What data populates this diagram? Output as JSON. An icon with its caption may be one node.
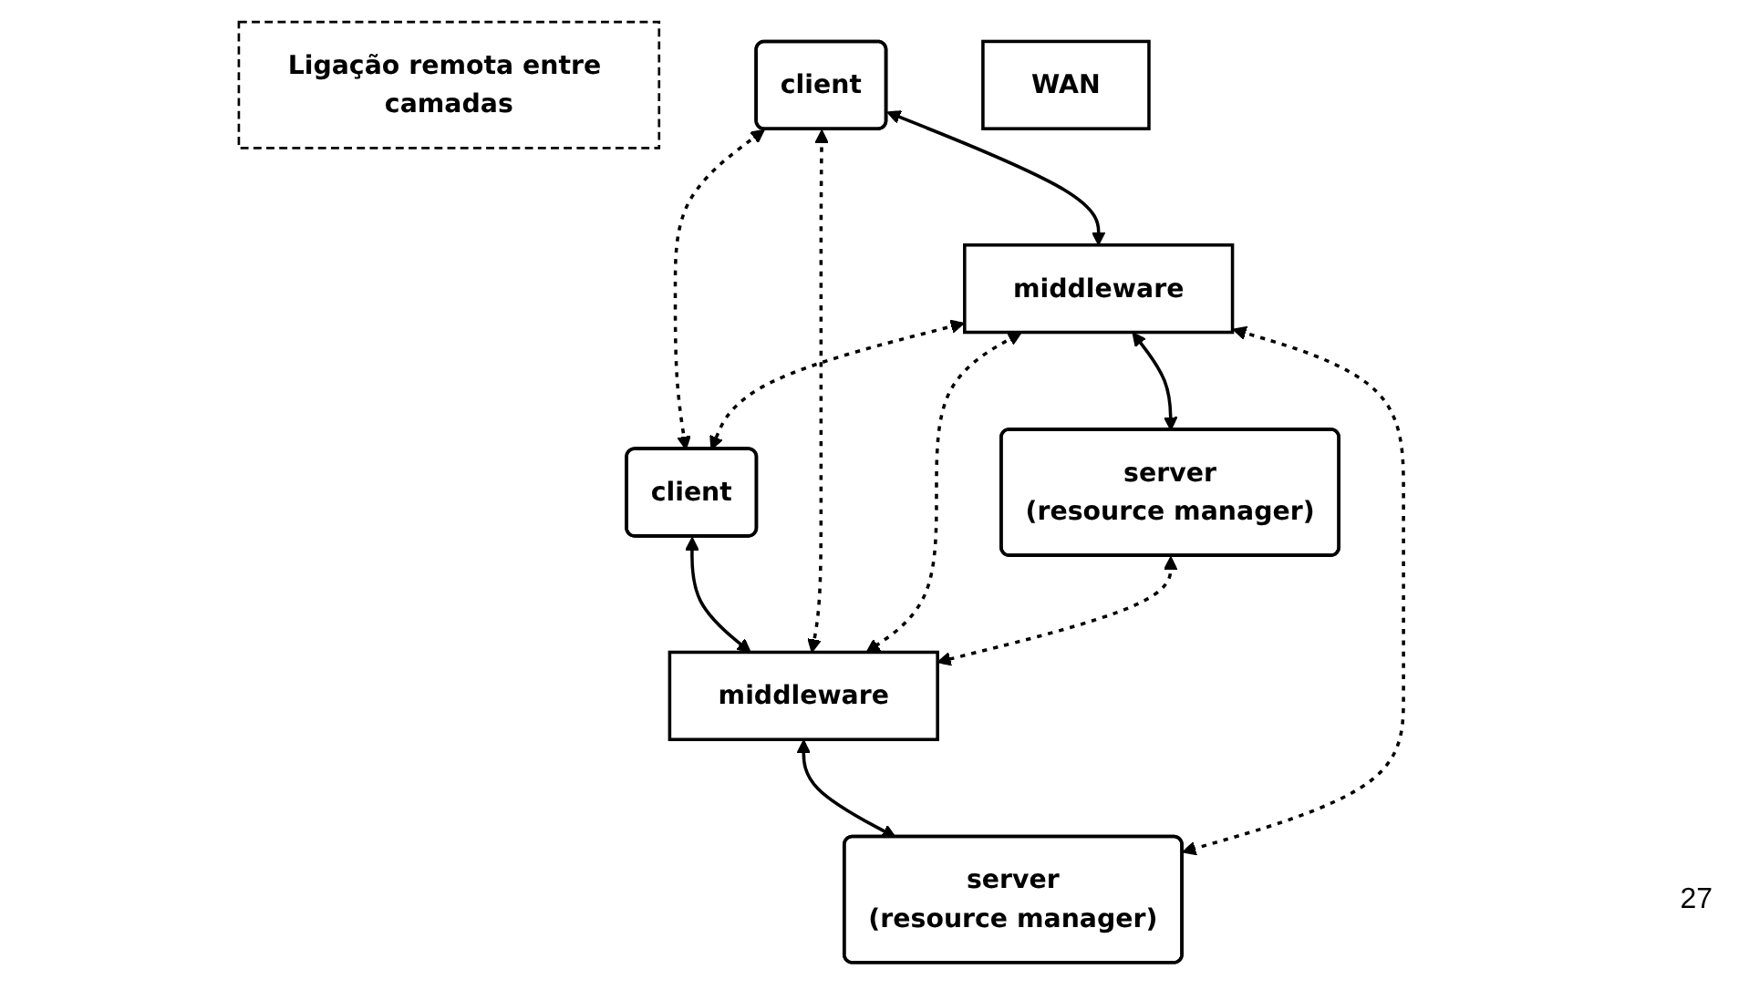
{
  "diagram": {
    "nodes": [
      {
        "text": [
          "Ligação remota entre camadas"
        ]
      },
      {
        "text": [
          "client"
        ]
      },
      {
        "text": [
          "client"
        ]
      },
      {
        "text": [
          "middleware"
        ]
      },
      {
        "text": [
          "WAN"
        ]
      },
      {
        "text": [
          "middleware"
        ]
      },
      {
        "text": [
          "server",
          "(resource manager)"
        ]
      },
      {
        "text": [
          "server",
          "(resource manager)"
        ]
      }
    ],
    "edges": [
      {
        "from": 1,
        "to": 3,
        "arrow": "both"
      },
      {
        "from": 3,
        "to": 6,
        "arrow": "both"
      },
      {
        "from": 2,
        "to": 5,
        "arrow": "both"
      },
      {
        "from": 5,
        "to": 7,
        "arrow": "both"
      },
      {
        "from": 1,
        "to": 2,
        "arrow": "both",
        "style": "dashed"
      },
      {
        "from": 1,
        "to": 5,
        "arrow": "both",
        "style": "dashed"
      },
      {
        "from": 3,
        "to": 2,
        "arrow": "both",
        "style": "dashed"
      },
      {
        "from": 3,
        "to": 5,
        "arrow": "both",
        "style": "dashed"
      },
      {
        "from": 3,
        "to": 7,
        "arrow": "both",
        "style": "dashed"
      },
      {
        "from": 6,
        "to": 5,
        "arrow": "both",
        "style": "dashed"
      }
    ],
    "labels": [
      "27"
    ]
  }
}
